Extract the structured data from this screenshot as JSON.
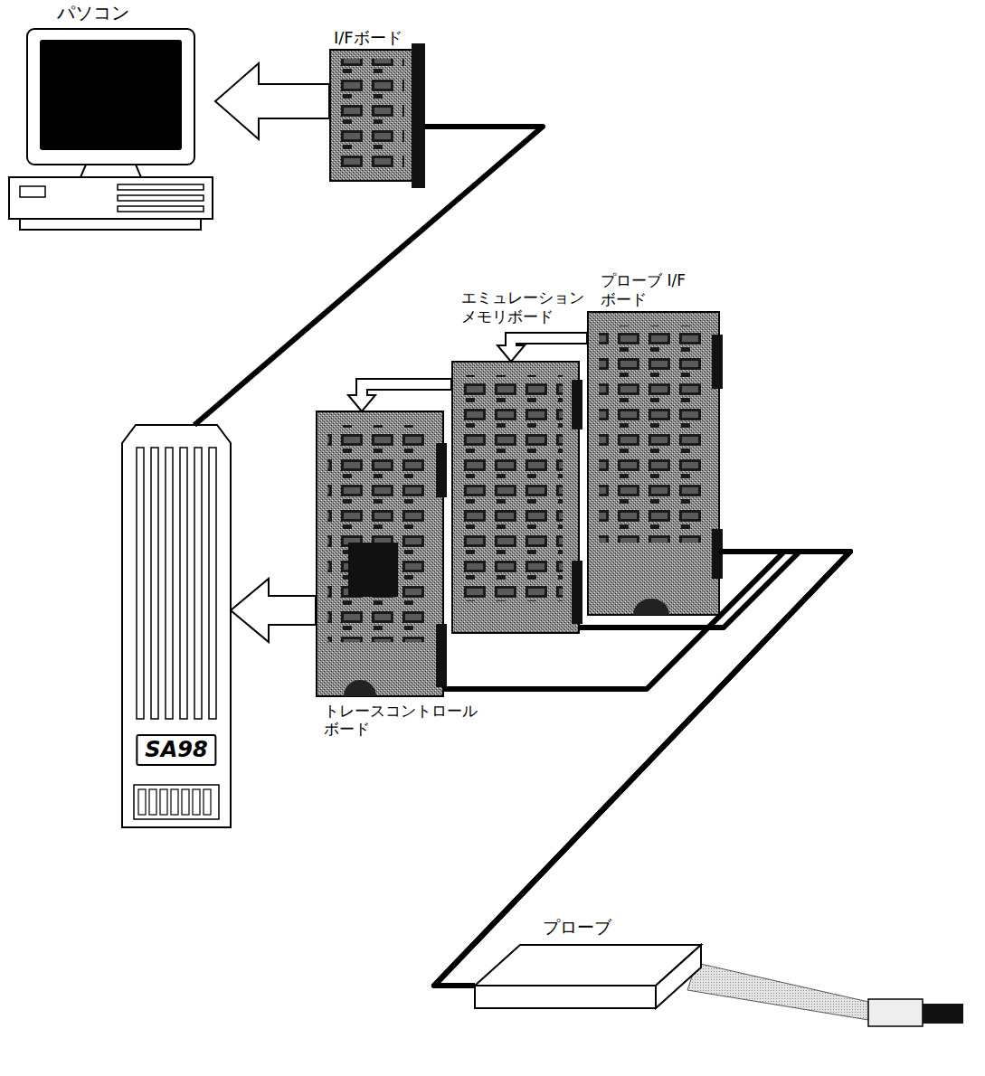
{
  "diagram": {
    "nodes": [
      {
        "text": [
          "パソコン"
        ]
      },
      {
        "text": [
          "I/Fボード"
        ]
      },
      {
        "text": [
          "エミュレーション メモリボード"
        ]
      },
      {
        "text": [
          "プローブ I/F ボード"
        ]
      },
      {
        "text": [
          "SA98"
        ]
      },
      {
        "text": [
          "トレースコントロール ボード"
        ]
      },
      {
        "text": [
          "プローブ"
        ]
      }
    ],
    "edges": [
      {
        "from": 1,
        "to": 0,
        "arrow": "to"
      },
      {
        "from": 1,
        "to": 4,
        "arrow": "none"
      },
      {
        "from": 5,
        "to": 4,
        "arrow": "to"
      },
      {
        "from": 2,
        "to": 5,
        "arrow": "to"
      },
      {
        "from": 3,
        "to": 2,
        "arrow": "to"
      },
      {
        "from": 5,
        "to": 6,
        "arrow": "none"
      },
      {
        "from": 2,
        "to": 6,
        "arrow": "none"
      },
      {
        "from": 3,
        "to": 6,
        "arrow": "none"
      }
    ]
  }
}
